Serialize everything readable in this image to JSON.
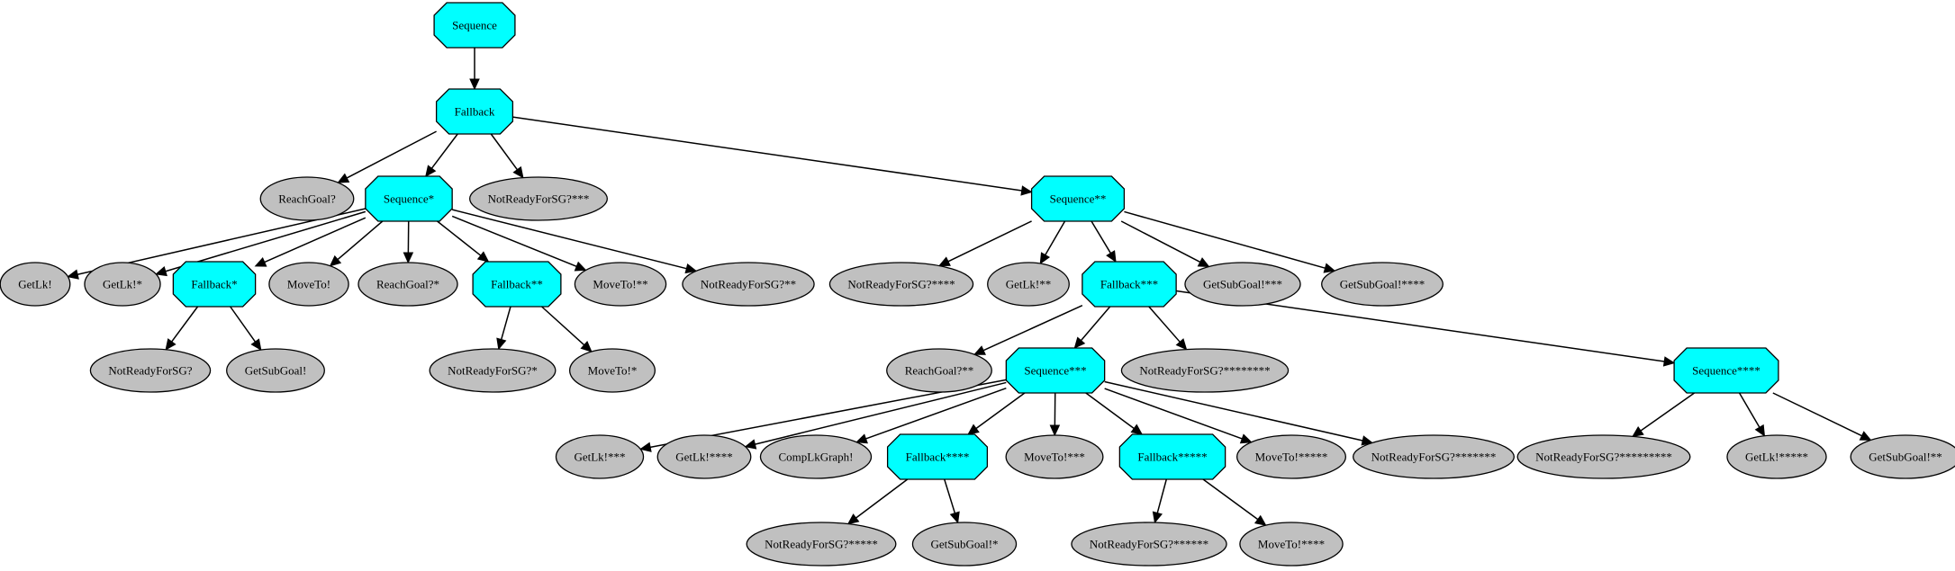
{
  "colors": {
    "control_fill": "#00ffff",
    "leaf_fill": "#c0c0c0",
    "stroke": "#000000",
    "background": "#ffffff"
  },
  "nodes": [
    {
      "id": "n0",
      "label": "Sequence",
      "kind": "control"
    },
    {
      "id": "n1",
      "label": "Fallback",
      "kind": "control"
    },
    {
      "id": "n2",
      "label": "ReachGoal?",
      "kind": "leaf"
    },
    {
      "id": "n3",
      "label": "Sequence*",
      "kind": "control"
    },
    {
      "id": "n4",
      "label": "NotReadyForSG?***",
      "kind": "leaf"
    },
    {
      "id": "n5",
      "label": "Sequence**",
      "kind": "control"
    },
    {
      "id": "n6",
      "label": "GetLk!",
      "kind": "leaf"
    },
    {
      "id": "n7",
      "label": "GetLk!*",
      "kind": "leaf"
    },
    {
      "id": "n8",
      "label": "Fallback*",
      "kind": "control"
    },
    {
      "id": "n9",
      "label": "MoveTo!",
      "kind": "leaf"
    },
    {
      "id": "n10",
      "label": "ReachGoal?*",
      "kind": "leaf"
    },
    {
      "id": "n11",
      "label": "Fallback**",
      "kind": "control"
    },
    {
      "id": "n12",
      "label": "MoveTo!**",
      "kind": "leaf"
    },
    {
      "id": "n13",
      "label": "NotReadyForSG?**",
      "kind": "leaf"
    },
    {
      "id": "n14",
      "label": "NotReadyForSG?",
      "kind": "leaf"
    },
    {
      "id": "n15",
      "label": "GetSubGoal!",
      "kind": "leaf"
    },
    {
      "id": "n16",
      "label": "NotReadyForSG?*",
      "kind": "leaf"
    },
    {
      "id": "n17",
      "label": "MoveTo!*",
      "kind": "leaf"
    },
    {
      "id": "n18",
      "label": "NotReadyForSG?****",
      "kind": "leaf"
    },
    {
      "id": "n19",
      "label": "GetLk!**",
      "kind": "leaf"
    },
    {
      "id": "n20",
      "label": "Fallback***",
      "kind": "control"
    },
    {
      "id": "n21",
      "label": "GetSubGoal!***",
      "kind": "leaf"
    },
    {
      "id": "n22",
      "label": "GetSubGoal!****",
      "kind": "leaf"
    },
    {
      "id": "n23",
      "label": "ReachGoal?**",
      "kind": "leaf"
    },
    {
      "id": "n24",
      "label": "Sequence***",
      "kind": "control"
    },
    {
      "id": "n25",
      "label": "NotReadyForSG?********",
      "kind": "leaf"
    },
    {
      "id": "n26",
      "label": "Sequence****",
      "kind": "control"
    },
    {
      "id": "n27",
      "label": "GetLk!***",
      "kind": "leaf"
    },
    {
      "id": "n28",
      "label": "GetLk!****",
      "kind": "leaf"
    },
    {
      "id": "n29",
      "label": "CompLkGraph!",
      "kind": "leaf"
    },
    {
      "id": "n30",
      "label": "Fallback****",
      "kind": "control"
    },
    {
      "id": "n31",
      "label": "MoveTo!***",
      "kind": "leaf"
    },
    {
      "id": "n32",
      "label": "Fallback*****",
      "kind": "control"
    },
    {
      "id": "n33",
      "label": "MoveTo!*****",
      "kind": "leaf"
    },
    {
      "id": "n34",
      "label": "NotReadyForSG?*******",
      "kind": "leaf"
    },
    {
      "id": "n35",
      "label": "NotReadyForSG?*********",
      "kind": "leaf"
    },
    {
      "id": "n36",
      "label": "GetLk!*****",
      "kind": "leaf"
    },
    {
      "id": "n37",
      "label": "GetSubGoal!**",
      "kind": "leaf"
    },
    {
      "id": "n38",
      "label": "NotReadyForSG?*****",
      "kind": "leaf"
    },
    {
      "id": "n39",
      "label": "GetSubGoal!*",
      "kind": "leaf"
    },
    {
      "id": "n40",
      "label": "NotReadyForSG?******",
      "kind": "leaf"
    },
    {
      "id": "n41",
      "label": "MoveTo!****",
      "kind": "leaf"
    }
  ],
  "edges": [
    [
      "n0",
      "n1"
    ],
    [
      "n1",
      "n2"
    ],
    [
      "n1",
      "n3"
    ],
    [
      "n1",
      "n4"
    ],
    [
      "n1",
      "n5"
    ],
    [
      "n3",
      "n6"
    ],
    [
      "n3",
      "n7"
    ],
    [
      "n3",
      "n8"
    ],
    [
      "n3",
      "n9"
    ],
    [
      "n3",
      "n10"
    ],
    [
      "n3",
      "n11"
    ],
    [
      "n3",
      "n12"
    ],
    [
      "n3",
      "n13"
    ],
    [
      "n8",
      "n14"
    ],
    [
      "n8",
      "n15"
    ],
    [
      "n11",
      "n16"
    ],
    [
      "n11",
      "n17"
    ],
    [
      "n5",
      "n18"
    ],
    [
      "n5",
      "n19"
    ],
    [
      "n5",
      "n20"
    ],
    [
      "n5",
      "n21"
    ],
    [
      "n5",
      "n22"
    ],
    [
      "n20",
      "n23"
    ],
    [
      "n20",
      "n24"
    ],
    [
      "n20",
      "n25"
    ],
    [
      "n20",
      "n26"
    ],
    [
      "n24",
      "n27"
    ],
    [
      "n24",
      "n28"
    ],
    [
      "n24",
      "n29"
    ],
    [
      "n24",
      "n30"
    ],
    [
      "n24",
      "n31"
    ],
    [
      "n24",
      "n32"
    ],
    [
      "n24",
      "n33"
    ],
    [
      "n24",
      "n34"
    ],
    [
      "n30",
      "n38"
    ],
    [
      "n30",
      "n39"
    ],
    [
      "n32",
      "n40"
    ],
    [
      "n32",
      "n41"
    ],
    [
      "n26",
      "n35"
    ],
    [
      "n26",
      "n36"
    ],
    [
      "n26",
      "n37"
    ]
  ]
}
